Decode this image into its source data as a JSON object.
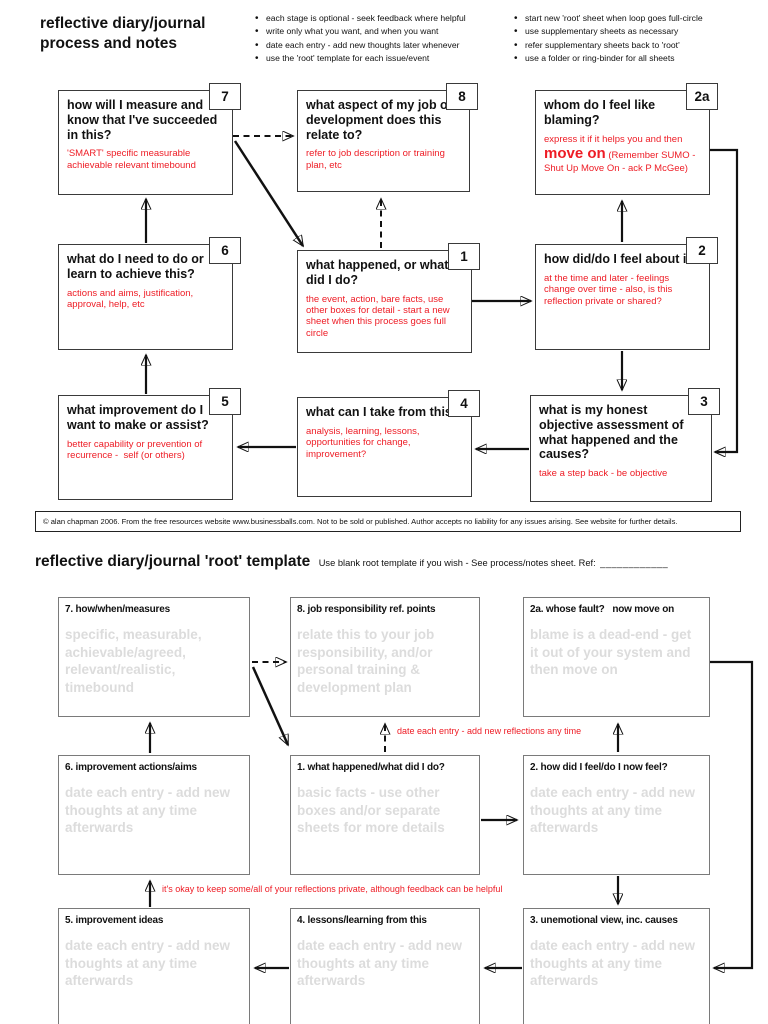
{
  "header": {
    "title_line1": "reflective diary/journal",
    "title_line2": "process and notes",
    "notes_left": [
      "each stage is optional - seek feedback where helpful",
      "write only what you want, and when you want",
      "date each entry - add new thoughts later whenever",
      "use the 'root' template for each issue/event"
    ],
    "notes_right": [
      "start new 'root' sheet when loop goes full-circle",
      "use supplementary sheets as necessary",
      "refer supplementary sheets back to 'root'",
      "use a folder or ring-binder for all sheets"
    ]
  },
  "process": {
    "boxes": {
      "b7": {
        "number": "7",
        "heading": "how will I measure and know that I've succeeded in this?",
        "note": "'SMART' specific measurable achievable relevant timebound"
      },
      "b8": {
        "number": "8",
        "heading": "what aspect of my job or development does this relate to?",
        "note": "refer to job description or training plan, etc"
      },
      "b2a": {
        "number": "2a",
        "heading": "whom do I feel like blaming?",
        "note_pre": "express it if it helps you and then ",
        "note_emph": "move on",
        "note_post": " (Remember SUMO - Shut Up Move On - ack P McGee)"
      },
      "b6": {
        "number": "6",
        "heading": "what do I need to do or learn to achieve this?",
        "note": "actions and aims, justification, approval, help, etc"
      },
      "b1": {
        "number": "1",
        "heading": "what happened, or what did I do?",
        "note": "the event, action, bare facts, use other boxes for detail - start a new sheet when this process goes full circle"
      },
      "b2": {
        "number": "2",
        "heading": "how did/do I feel about it?",
        "note": "at the time and later - feelings change over time - also, is this reflection private or shared?"
      },
      "b5": {
        "number": "5",
        "heading": "what improvement do I want to make or assist?",
        "note": "better capability or prevention of recurrence -  self (or others)"
      },
      "b4": {
        "number": "4",
        "heading": "what can I take from this?",
        "note": "analysis, learning, lessons, opportunities for change, improvement?"
      },
      "b3": {
        "number": "3",
        "heading": "what is my honest objective assessment of what happened and the causes?",
        "note": "take a step back - be objective"
      }
    },
    "copyright": "© alan chapman 2006. From the free resources website www.businessballs.com. Not to be sold or published. Author accepts no liability for any issues arising. See website for further details."
  },
  "template": {
    "title": "reflective diary/journal 'root' template",
    "subtitle": "Use blank root template if you wish - See process/notes sheet. Ref:",
    "ref_blank": "____________",
    "annotation_top": "date each entry - add new reflections any time",
    "annotation_bottom": "it's okay to keep some/all of your reflections private, although feedback can be helpful",
    "boxes": {
      "t7": {
        "heading": "7. how/when/measures",
        "ghost": "specific, measurable, achievable/agreed, relevant/realistic, timebound"
      },
      "t8": {
        "heading": "8. job responsibility ref. points",
        "ghost": "relate this to your job responsibility, and/or personal  training & development plan"
      },
      "t2a": {
        "heading": "2a. whose fault?   now move on",
        "ghost": "blame is a dead-end - get it out of your system and then move on"
      },
      "t6": {
        "heading": "6. improvement actions/aims",
        "ghost": "date each entry - add new thoughts at any time afterwards"
      },
      "t1": {
        "heading": "1. what happened/what did I do?",
        "ghost": "basic facts - use other boxes and/or separate sheets for more details"
      },
      "t2": {
        "heading": "2. how did I feel/do I now feel?",
        "ghost": "date each entry - add new thoughts at any time afterwards"
      },
      "t5": {
        "heading": "5. improvement ideas",
        "ghost": "date each entry - add new thoughts at any time afterwards"
      },
      "t4": {
        "heading": "4. lessons/learning from this",
        "ghost": "date each entry - add new thoughts at any time afterwards"
      },
      "t3": {
        "heading": "3. unemotional view, inc. causes",
        "ghost": "date each entry - add new thoughts at any time afterwards"
      }
    }
  },
  "colors": {
    "red": "#ee1c25",
    "ghost_gray": "#dcdcdc",
    "process_border": "#3a3a3a",
    "template_border": "#7a7a7a"
  }
}
